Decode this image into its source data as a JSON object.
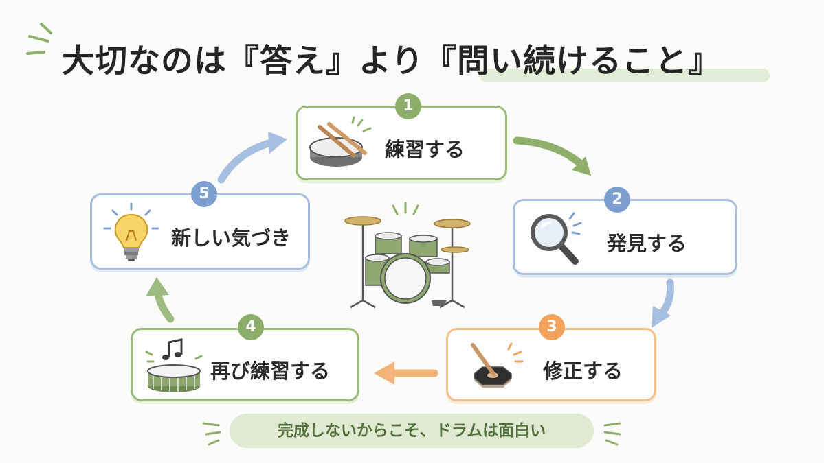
{
  "title": {
    "text": "大切なのは『答え』より『問い続けること』"
  },
  "steps": [
    {
      "number": "1",
      "label": "練習する",
      "icon": "drum-pad-with-sticks-icon"
    },
    {
      "number": "2",
      "label": "発見する",
      "icon": "magnifier-icon"
    },
    {
      "number": "3",
      "label": "修正する",
      "icon": "practice-pad-icon"
    },
    {
      "number": "4",
      "label": "再び練習する",
      "icon": "snare-drum-music-note-icon"
    },
    {
      "number": "5",
      "label": "新しい気づき",
      "icon": "light-bulb-icon"
    }
  ],
  "center": {
    "icon": "drum-kit-icon"
  },
  "footer": {
    "text": "完成しないからこそ、ドラムは面白い"
  },
  "colors": {
    "green": "#8cae6a",
    "blue": "#7d9fd0",
    "orange": "#f2a25b"
  }
}
